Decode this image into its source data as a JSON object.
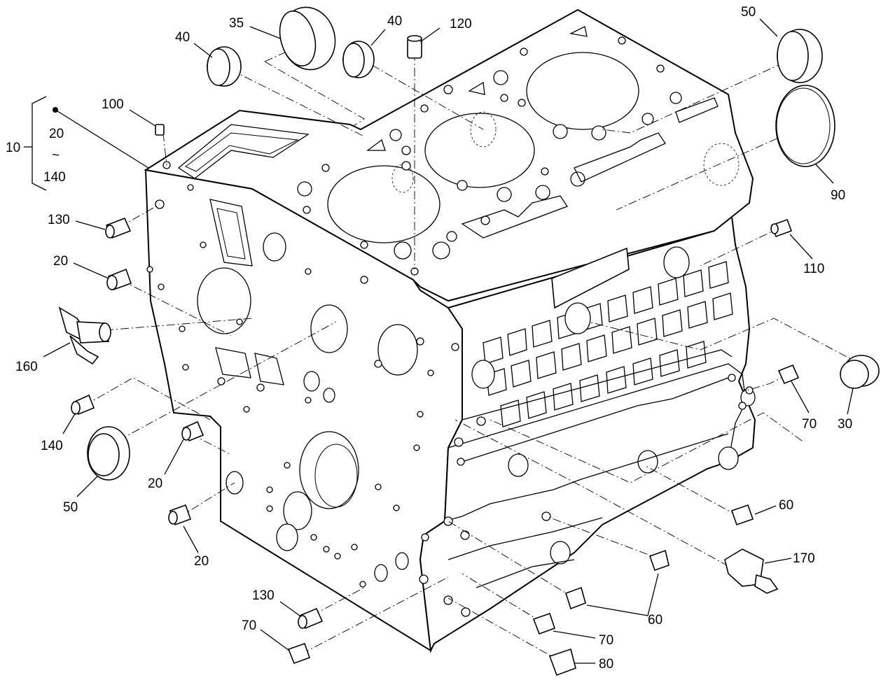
{
  "diagram": {
    "group": {
      "main": "10",
      "from": "20",
      "tilde": "~",
      "to": "140"
    },
    "callouts": [
      {
        "id": "c-35",
        "text": "35"
      },
      {
        "id": "c-40a",
        "text": "40"
      },
      {
        "id": "c-40b",
        "text": "40"
      },
      {
        "id": "c-120",
        "text": "120"
      },
      {
        "id": "c-50a",
        "text": "50"
      },
      {
        "id": "c-100",
        "text": "100"
      },
      {
        "id": "c-90",
        "text": "90"
      },
      {
        "id": "c-130a",
        "text": "130"
      },
      {
        "id": "c-110",
        "text": "110"
      },
      {
        "id": "c-20a",
        "text": "20"
      },
      {
        "id": "c-160",
        "text": "160"
      },
      {
        "id": "c-30",
        "text": "30"
      },
      {
        "id": "c-70a",
        "text": "70"
      },
      {
        "id": "c-140",
        "text": "140"
      },
      {
        "id": "c-20b",
        "text": "20"
      },
      {
        "id": "c-50b",
        "text": "50"
      },
      {
        "id": "c-60a",
        "text": "60"
      },
      {
        "id": "c-20c",
        "text": "20"
      },
      {
        "id": "c-170",
        "text": "170"
      },
      {
        "id": "c-130b",
        "text": "130"
      },
      {
        "id": "c-60b",
        "text": "60"
      },
      {
        "id": "c-70b",
        "text": "70"
      },
      {
        "id": "c-70c",
        "text": "70"
      },
      {
        "id": "c-80",
        "text": "80"
      }
    ]
  }
}
